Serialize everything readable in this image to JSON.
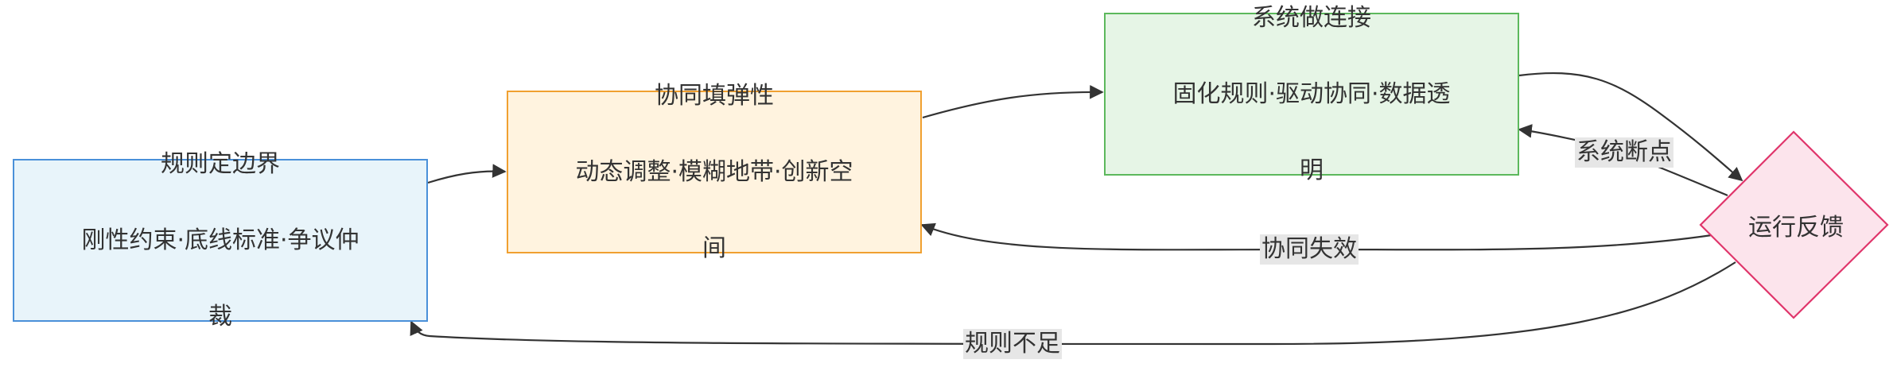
{
  "nodes": {
    "rules": {
      "line1": "规则定边界",
      "line2": "刚性约束·底线标准·争议仲",
      "line3": "裁",
      "fill": "#e8f4fa",
      "stroke": "#4a90d9"
    },
    "collab": {
      "line1": "协同填弹性",
      "line2": "动态调整·模糊地带·创新空",
      "line3": "间",
      "fill": "#fff3df",
      "stroke": "#f0a030"
    },
    "system": {
      "line1": "系统做连接",
      "line2": "固化规则·驱动协同·数据透",
      "line3": "明",
      "fill": "#e6f5e6",
      "stroke": "#5cb85c"
    },
    "feedback": {
      "label": "运行反馈",
      "fill": "#fce4ec",
      "stroke": "#e0356b"
    }
  },
  "edges": {
    "system_break": "系统断点",
    "collab_fail": "协同失效",
    "rules_lack": "规则不足"
  },
  "colors": {
    "edge": "#333333",
    "label_bg": "#e6e6e6"
  }
}
